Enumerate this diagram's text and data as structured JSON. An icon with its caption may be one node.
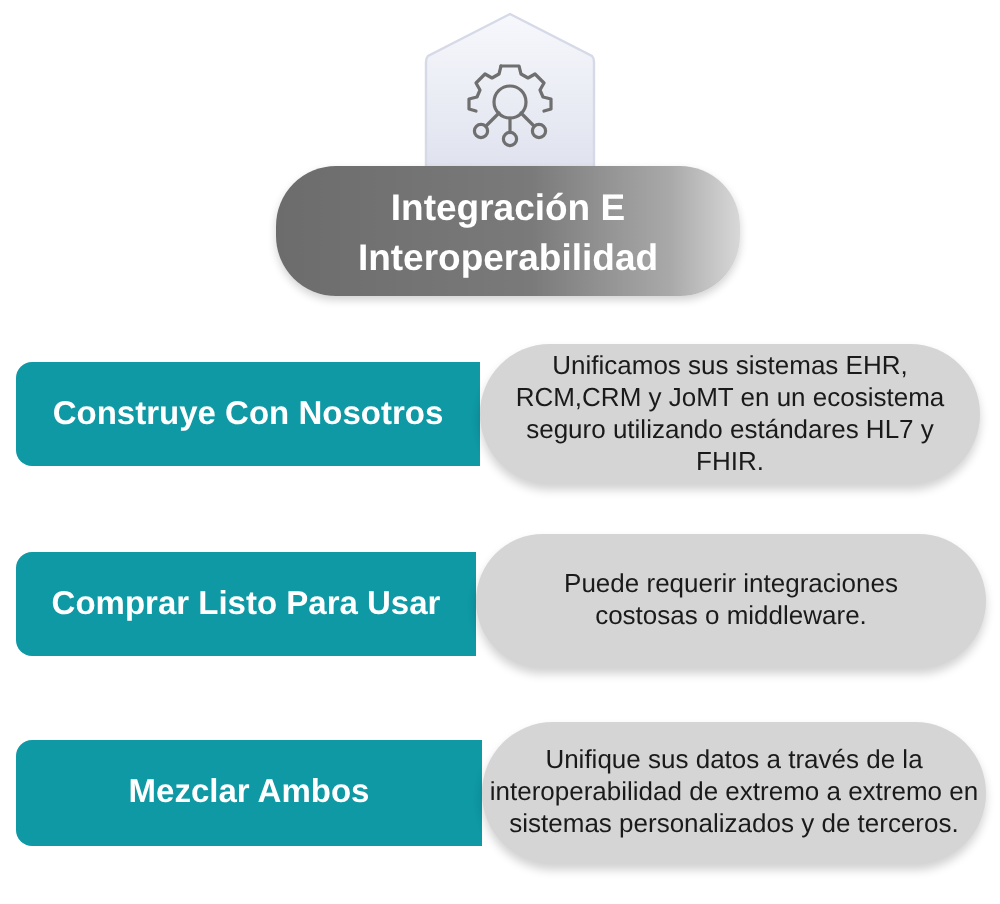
{
  "diagram": {
    "nodes": [
      {
        "text": [
          "Integración E Interoperabilidad"
        ]
      },
      {
        "text": [
          "Construye Con Nosotros"
        ]
      },
      {
        "text": [
          "Unificamos sus sistemas EHR, RCM,CRM y JoMT en un ecosistema seguro utilizando estándares HL7 y FHIR."
        ]
      },
      {
        "text": [
          "Comprar Listo Para Usar"
        ]
      },
      {
        "text": [
          "Puede requerir integraciones costosas o middleware."
        ]
      },
      {
        "text": [
          "Mezclar Ambos"
        ]
      },
      {
        "text": [
          "Unifique sus datos a través de la interoperabilidad de extremo a extremo en sistemas personalizados y de terceros."
        ]
      }
    ]
  }
}
